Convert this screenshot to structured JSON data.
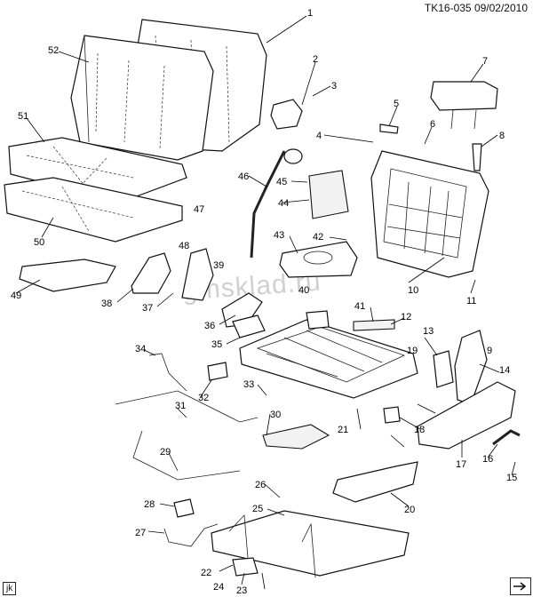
{
  "header": {
    "doc_code": "TK16-035 09/02/2010"
  },
  "footer": {
    "corner_tag": "jk"
  },
  "watermark": {
    "text": "gmsklad.ru"
  },
  "callouts": [
    "1",
    "2",
    "3",
    "4",
    "5",
    "6",
    "7",
    "8",
    "9",
    "10",
    "11",
    "12",
    "13",
    "14",
    "15",
    "16",
    "17",
    "18",
    "19",
    "20",
    "21",
    "22",
    "23",
    "24",
    "25",
    "26",
    "27",
    "28",
    "29",
    "30",
    "31",
    "32",
    "33",
    "34",
    "35",
    "36",
    "37",
    "38",
    "39",
    "40",
    "41",
    "42",
    "43",
    "44",
    "45",
    "46",
    "47",
    "48",
    "49",
    "50",
    "51",
    "52"
  ],
  "icons": {
    "page_arrow": "next-page-arrow-icon"
  }
}
